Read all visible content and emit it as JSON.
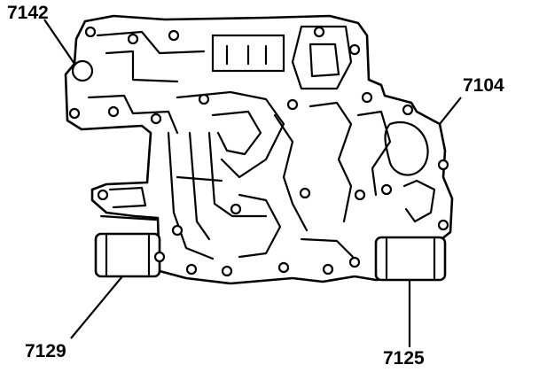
{
  "diagram": {
    "callouts": [
      {
        "id": "7142",
        "label": "7142"
      },
      {
        "id": "7104",
        "label": "7104"
      },
      {
        "id": "7129",
        "label": "7129"
      },
      {
        "id": "7125",
        "label": "7125"
      }
    ],
    "colors": {
      "ink": "#000000",
      "paper": "#ffffff"
    }
  }
}
